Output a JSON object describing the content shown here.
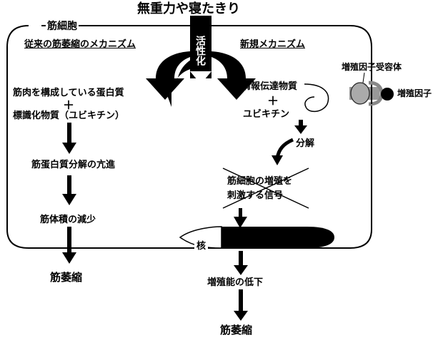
{
  "title": "無重力や寝たきり",
  "cell_label": "筋細胞",
  "left_heading": "従来の筋萎縮のメカニズム",
  "right_heading": "新規メカニズム",
  "activation_label": "活性化",
  "left_flow": {
    "step1a": "筋肉を構成している蛋白質",
    "plus": "＋",
    "step1b": "標識化物質（ユビキチン）",
    "step2": "筋蛋白質分解の亢進",
    "step3": "筋体積の減少",
    "result": "筋萎縮"
  },
  "right_flow": {
    "step1a": "情報伝達物質",
    "plus": "＋",
    "step1b": "ユビキチン",
    "decompose": "分解",
    "signal_line1": "筋細胞の増殖を",
    "signal_line2": "刺激する信号",
    "nucleus": "核",
    "step_low": "増殖能の低下",
    "result": "筋萎縮"
  },
  "receptor_label": "増殖因子受容体",
  "factor_label": "増殖因子"
}
